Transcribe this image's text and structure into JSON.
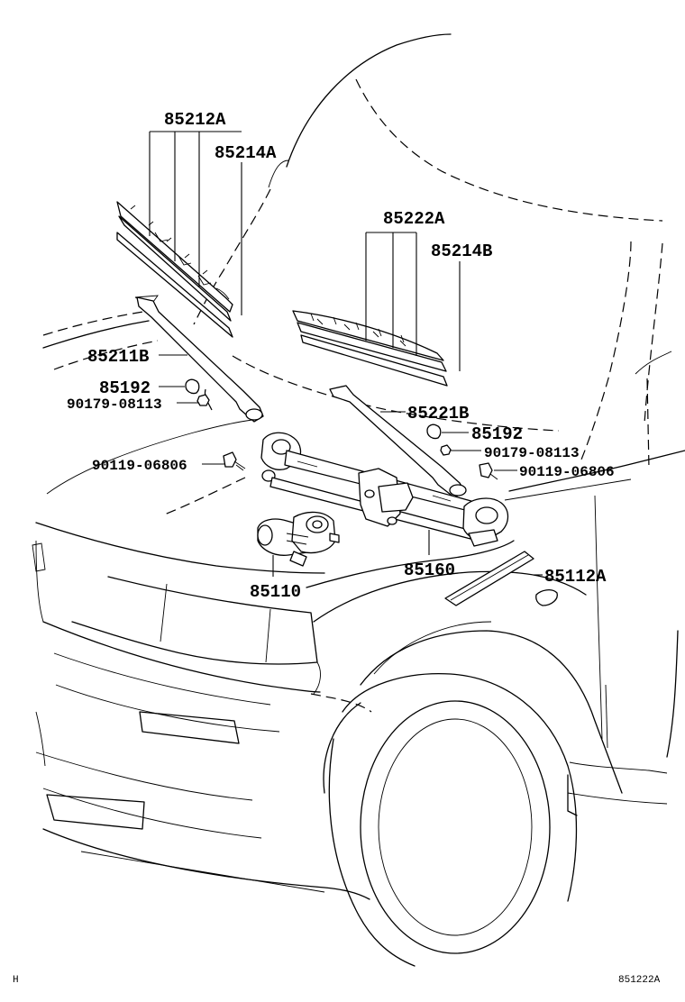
{
  "labels": {
    "blade_rh": "85212A",
    "rubber_rh": "85214A",
    "blade_lh": "85222A",
    "rubber_lh": "85214B",
    "arm_rh": "85211B",
    "arm_lh": "85221B",
    "cap_rh": "85192",
    "cap_lh": "85192",
    "nut_rh": "90179-08113",
    "nut_lh": "90179-08113",
    "bolt_rh": "90119-06806",
    "bolt_lh": "90119-06806",
    "link_assy": "85160",
    "motor": "85110",
    "cover": "85112A"
  },
  "footer": {
    "left_code": "H",
    "right_code": "851222A"
  }
}
